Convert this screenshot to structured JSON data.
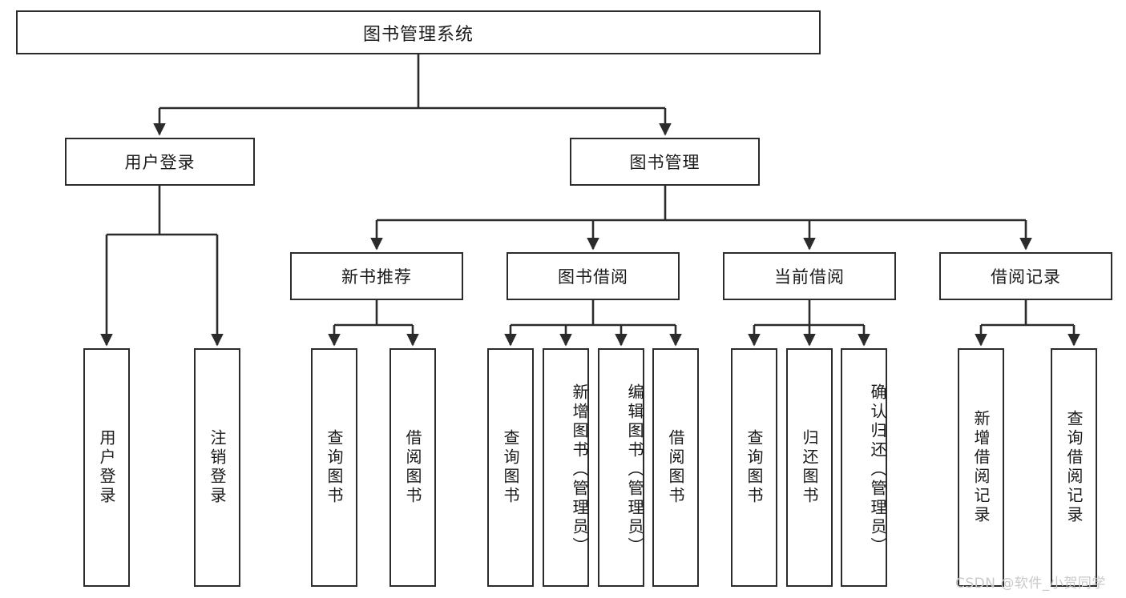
{
  "diagram": {
    "kind": "hierarchy-tree",
    "root": {
      "label": "图书管理系统"
    },
    "level2": [
      {
        "label": "用户登录"
      },
      {
        "label": "图书管理"
      }
    ],
    "level3": [
      {
        "label": "新书推荐"
      },
      {
        "label": "图书借阅"
      },
      {
        "label": "当前借阅"
      },
      {
        "label": "借阅记录"
      }
    ],
    "leaves": {
      "user_login": [
        {
          "label": "用户登录"
        },
        {
          "label": "注销登录"
        }
      ],
      "new_book_recommend": [
        {
          "label": "查询图书"
        },
        {
          "label": "借阅图书"
        }
      ],
      "book_borrow": [
        {
          "label": "查询图书"
        },
        {
          "label": "新增图书（管理员）"
        },
        {
          "label": "编辑图书（管理员）"
        },
        {
          "label": "借阅图书"
        }
      ],
      "current_borrow": [
        {
          "label": "查询图书"
        },
        {
          "label": "归还图书"
        },
        {
          "label": "确认归还（管理员）"
        }
      ],
      "borrow_record": [
        {
          "label": "新增借阅记录"
        },
        {
          "label": "查询借阅记录"
        }
      ]
    }
  },
  "watermark": {
    "text": "CSDN @软件_小贺同学"
  },
  "colors": {
    "border": "#2b2b2b",
    "background": "#ffffff",
    "text": "#1a1a1a",
    "watermark": "#c9c9c9"
  }
}
